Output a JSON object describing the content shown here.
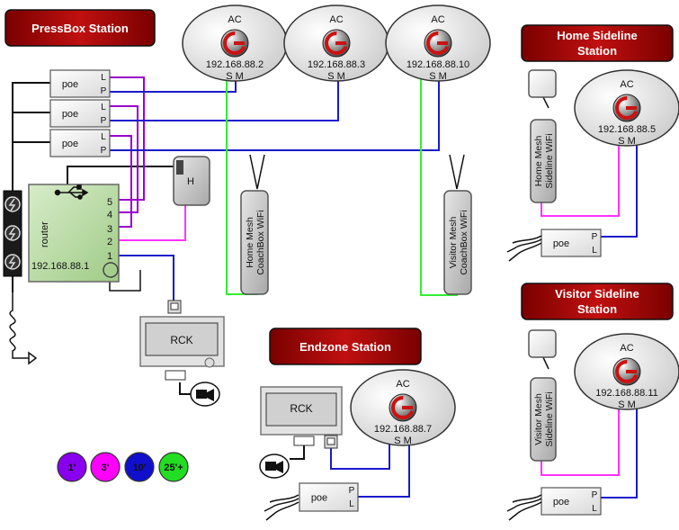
{
  "stations": {
    "pressbox": "PressBox Station",
    "home_sideline": [
      "Home Sideline",
      "Station"
    ],
    "visitor_sideline": [
      "Visitor Sideline",
      "Station"
    ],
    "endzone": "Endzone Station"
  },
  "access_points": [
    {
      "label": "AC",
      "ip": "192.168.88.2",
      "ports": "S M"
    },
    {
      "label": "AC",
      "ip": "192.168.88.3",
      "ports": "S M"
    },
    {
      "label": "AC",
      "ip": "192.168.88.10",
      "ports": "S M"
    },
    {
      "label": "AC",
      "ip": "192.168.88.5",
      "ports": "S M"
    },
    {
      "label": "AC",
      "ip": "192.168.88.11",
      "ports": "S M"
    },
    {
      "label": "AC",
      "ip": "192.168.88.7",
      "ports": "S M"
    }
  ],
  "poe": {
    "label": "poe",
    "port_l": "L",
    "port_p": "P"
  },
  "router": {
    "label": "router",
    "ip": "192.168.88.1",
    "ports": [
      "5",
      "4",
      "3",
      "2",
      "1"
    ]
  },
  "hub": {
    "label": "H"
  },
  "rck": {
    "label": "RCK"
  },
  "mesh_units": {
    "home_coachbox": [
      "Home Mesh",
      "CoachBox WiFi"
    ],
    "visitor_coachbox": [
      "Visitor Mesh",
      "CoachBox WiFi"
    ],
    "home_sideline": [
      "Home Mesh",
      "Sideline  WiFi"
    ],
    "visitor_sideline": [
      "Visitor Mesh",
      "Sideline  WiFi"
    ]
  },
  "cable_legend": [
    {
      "label": "1'",
      "color": "#8800ee"
    },
    {
      "label": "3'",
      "color": "#ff00ff"
    },
    {
      "label": "10'",
      "color": "#1010cc"
    },
    {
      "label": "25'+",
      "color": "#22dd22"
    }
  ],
  "colors": {
    "station_banner": "#8b0000",
    "purple_cable": "#9900cc",
    "magenta_cable": "#ff33ff",
    "blue_cable": "#1a1acc",
    "green_cable": "#33ee33",
    "router_fill": "#b9dca4",
    "device_gray": "#c0c0c0"
  }
}
